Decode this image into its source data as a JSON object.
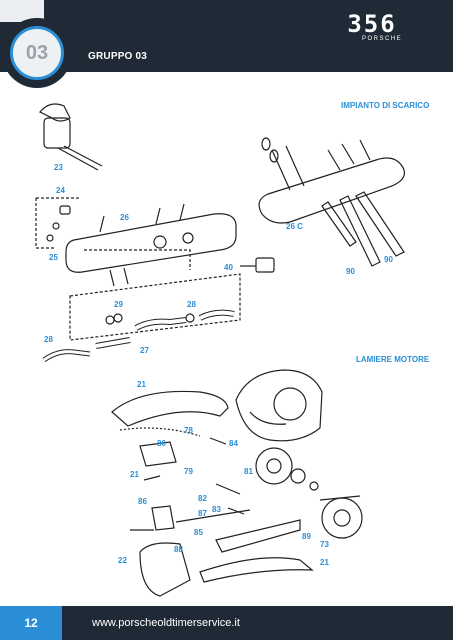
{
  "header": {
    "chapter_number": "03",
    "group_title": "GRUPPO 03",
    "logo_number": "356",
    "logo_word": "PORSCHE"
  },
  "sections": {
    "exhaust": "IMPIANTO DI SCARICO",
    "engine_tin": "LAMIERE MOTORE"
  },
  "callouts": {
    "c23": "23",
    "c24": "24",
    "c25": "25",
    "c26": "26",
    "c26c": "26 C",
    "c40": "40",
    "c90a": "90",
    "c90b": "90",
    "c29": "29",
    "c28a": "28",
    "c28b": "28",
    "c27": "27",
    "c21a": "21",
    "c78": "78",
    "c80": "80",
    "c84": "84",
    "c21b": "21",
    "c79": "79",
    "c81": "81",
    "c86": "86",
    "c82": "82",
    "c83": "83",
    "c87": "87",
    "c85": "85",
    "c88": "88",
    "c22": "22",
    "c89": "89",
    "c73": "73",
    "c21c": "21"
  },
  "footer": {
    "page_number": "12",
    "website": "www.porscheoldtimerservice.it"
  },
  "colors": {
    "header_bg": "#1f2a36",
    "accent_blue": "#2a8fd6"
  }
}
